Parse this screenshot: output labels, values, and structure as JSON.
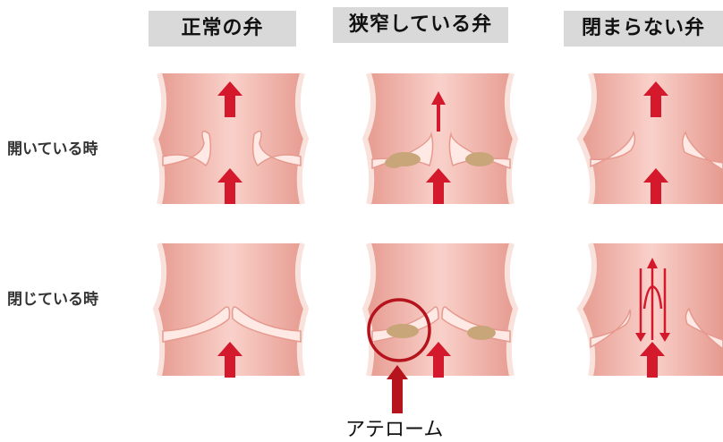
{
  "columns": [
    {
      "id": "normal",
      "label": "正常の弁"
    },
    {
      "id": "stenosis",
      "label": "狭窄している弁"
    },
    {
      "id": "regurgitation",
      "label": "閉まらない弁"
    }
  ],
  "rows": [
    {
      "id": "open",
      "label": "開いている時"
    },
    {
      "id": "closed",
      "label": "閉じている時"
    }
  ],
  "annotation": {
    "label": "アテローム"
  },
  "colors": {
    "vessel_fill": "#f6c3bb",
    "vessel_dark": "#e69a8f",
    "wall": "#ffe4df",
    "arrow": "#d3192b",
    "atheroma": "#c9a57a",
    "circle": "#b5141c",
    "header_bg": "#d9d9d9"
  }
}
